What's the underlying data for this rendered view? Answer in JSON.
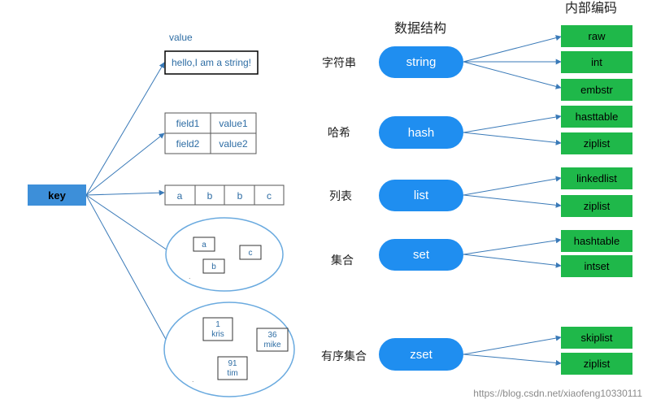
{
  "key": {
    "label": "key"
  },
  "values": {
    "string": {
      "caption": "value",
      "text": "hello,I am a string!"
    },
    "hash": {
      "rows": [
        [
          "field1",
          "value1"
        ],
        [
          "field2",
          "value2"
        ]
      ]
    },
    "list": {
      "items": [
        "a",
        "b",
        "b",
        "c"
      ]
    },
    "set": {
      "members": [
        "a",
        "c",
        "b"
      ]
    },
    "zset": {
      "members": [
        {
          "score": "1",
          "name": "kris"
        },
        {
          "score": "36",
          "name": "mike"
        },
        {
          "score": "91",
          "name": "tim"
        }
      ]
    }
  },
  "headers": {
    "structures": "数据结构",
    "encodings": "内部编码"
  },
  "structures": [
    {
      "cn": "字符串",
      "name": "string",
      "encodings": [
        "raw",
        "int",
        "embstr"
      ]
    },
    {
      "cn": "哈希",
      "name": "hash",
      "encodings": [
        "hasttable",
        "ziplist"
      ]
    },
    {
      "cn": "列表",
      "name": "list",
      "encodings": [
        "linkedlist",
        "ziplist"
      ]
    },
    {
      "cn": "集合",
      "name": "set",
      "encodings": [
        "hashtable",
        "intset"
      ]
    },
    {
      "cn": "有序集合",
      "name": "zset",
      "encodings": [
        "skiplist",
        "ziplist"
      ]
    }
  ],
  "watermark": "https://blog.csdn.net/xiaofeng10330111",
  "colors": {
    "key_fill": "#3d8fd9",
    "structure_fill": "#1f8ef0",
    "encoding_fill": "#1fb84a",
    "arrow": "#3a7ab8"
  }
}
